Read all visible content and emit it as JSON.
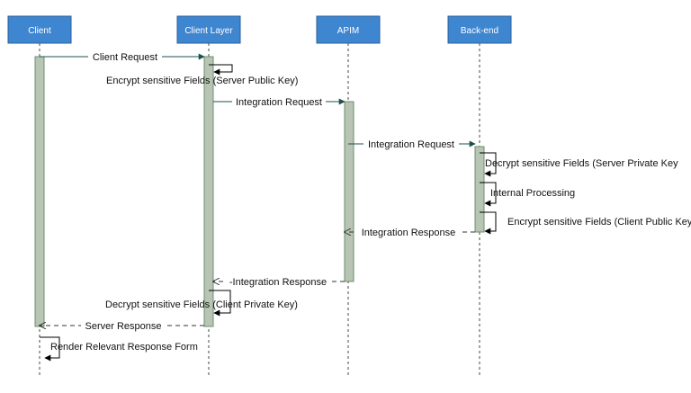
{
  "colors": {
    "header_fill": "#3f86d1",
    "header_stroke": "#2a5f99",
    "activation_fill": "#b8c4b4",
    "activation_stroke": "#6b8f6b",
    "message_line": "#1f4f4f",
    "self_arrow": "#000000",
    "lifeline": "#444444"
  },
  "participants": [
    {
      "id": "client",
      "label": "Client"
    },
    {
      "id": "client_layer",
      "label": "Client Layer"
    },
    {
      "id": "apim",
      "label": "APIM"
    },
    {
      "id": "backend",
      "label": "Back-end"
    }
  ],
  "messages": [
    {
      "from": "client",
      "to": "client_layer",
      "label": "Client Request",
      "style": "solid"
    },
    {
      "from": "client_layer",
      "to": "client_layer",
      "label": "Encrypt sensitive Fields (Server Public Key)",
      "style": "self"
    },
    {
      "from": "client_layer",
      "to": "apim",
      "label": "Integration Request",
      "style": "solid"
    },
    {
      "from": "apim",
      "to": "backend",
      "label": "Integration Request",
      "style": "solid"
    },
    {
      "from": "backend",
      "to": "backend",
      "label": "Decrypt sensitive Fields (Server Private Key",
      "style": "self"
    },
    {
      "from": "backend",
      "to": "backend",
      "label": "Internal Processing",
      "style": "self"
    },
    {
      "from": "backend",
      "to": "backend",
      "label": "Encrypt sensitive Fields (Client Public Key",
      "style": "self"
    },
    {
      "from": "backend",
      "to": "apim",
      "label": "Integration Response",
      "style": "dashed"
    },
    {
      "from": "apim",
      "to": "client_layer",
      "label": "-Integration Response",
      "style": "dashed"
    },
    {
      "from": "client_layer",
      "to": "client_layer",
      "label": "Decrypt sensitive Fields (Client Private Key)",
      "style": "self"
    },
    {
      "from": "client_layer",
      "to": "client",
      "label": "Server Response",
      "style": "dashed"
    },
    {
      "from": "client",
      "to": "client",
      "label": "Render Relevant Response Form",
      "style": "self"
    }
  ]
}
